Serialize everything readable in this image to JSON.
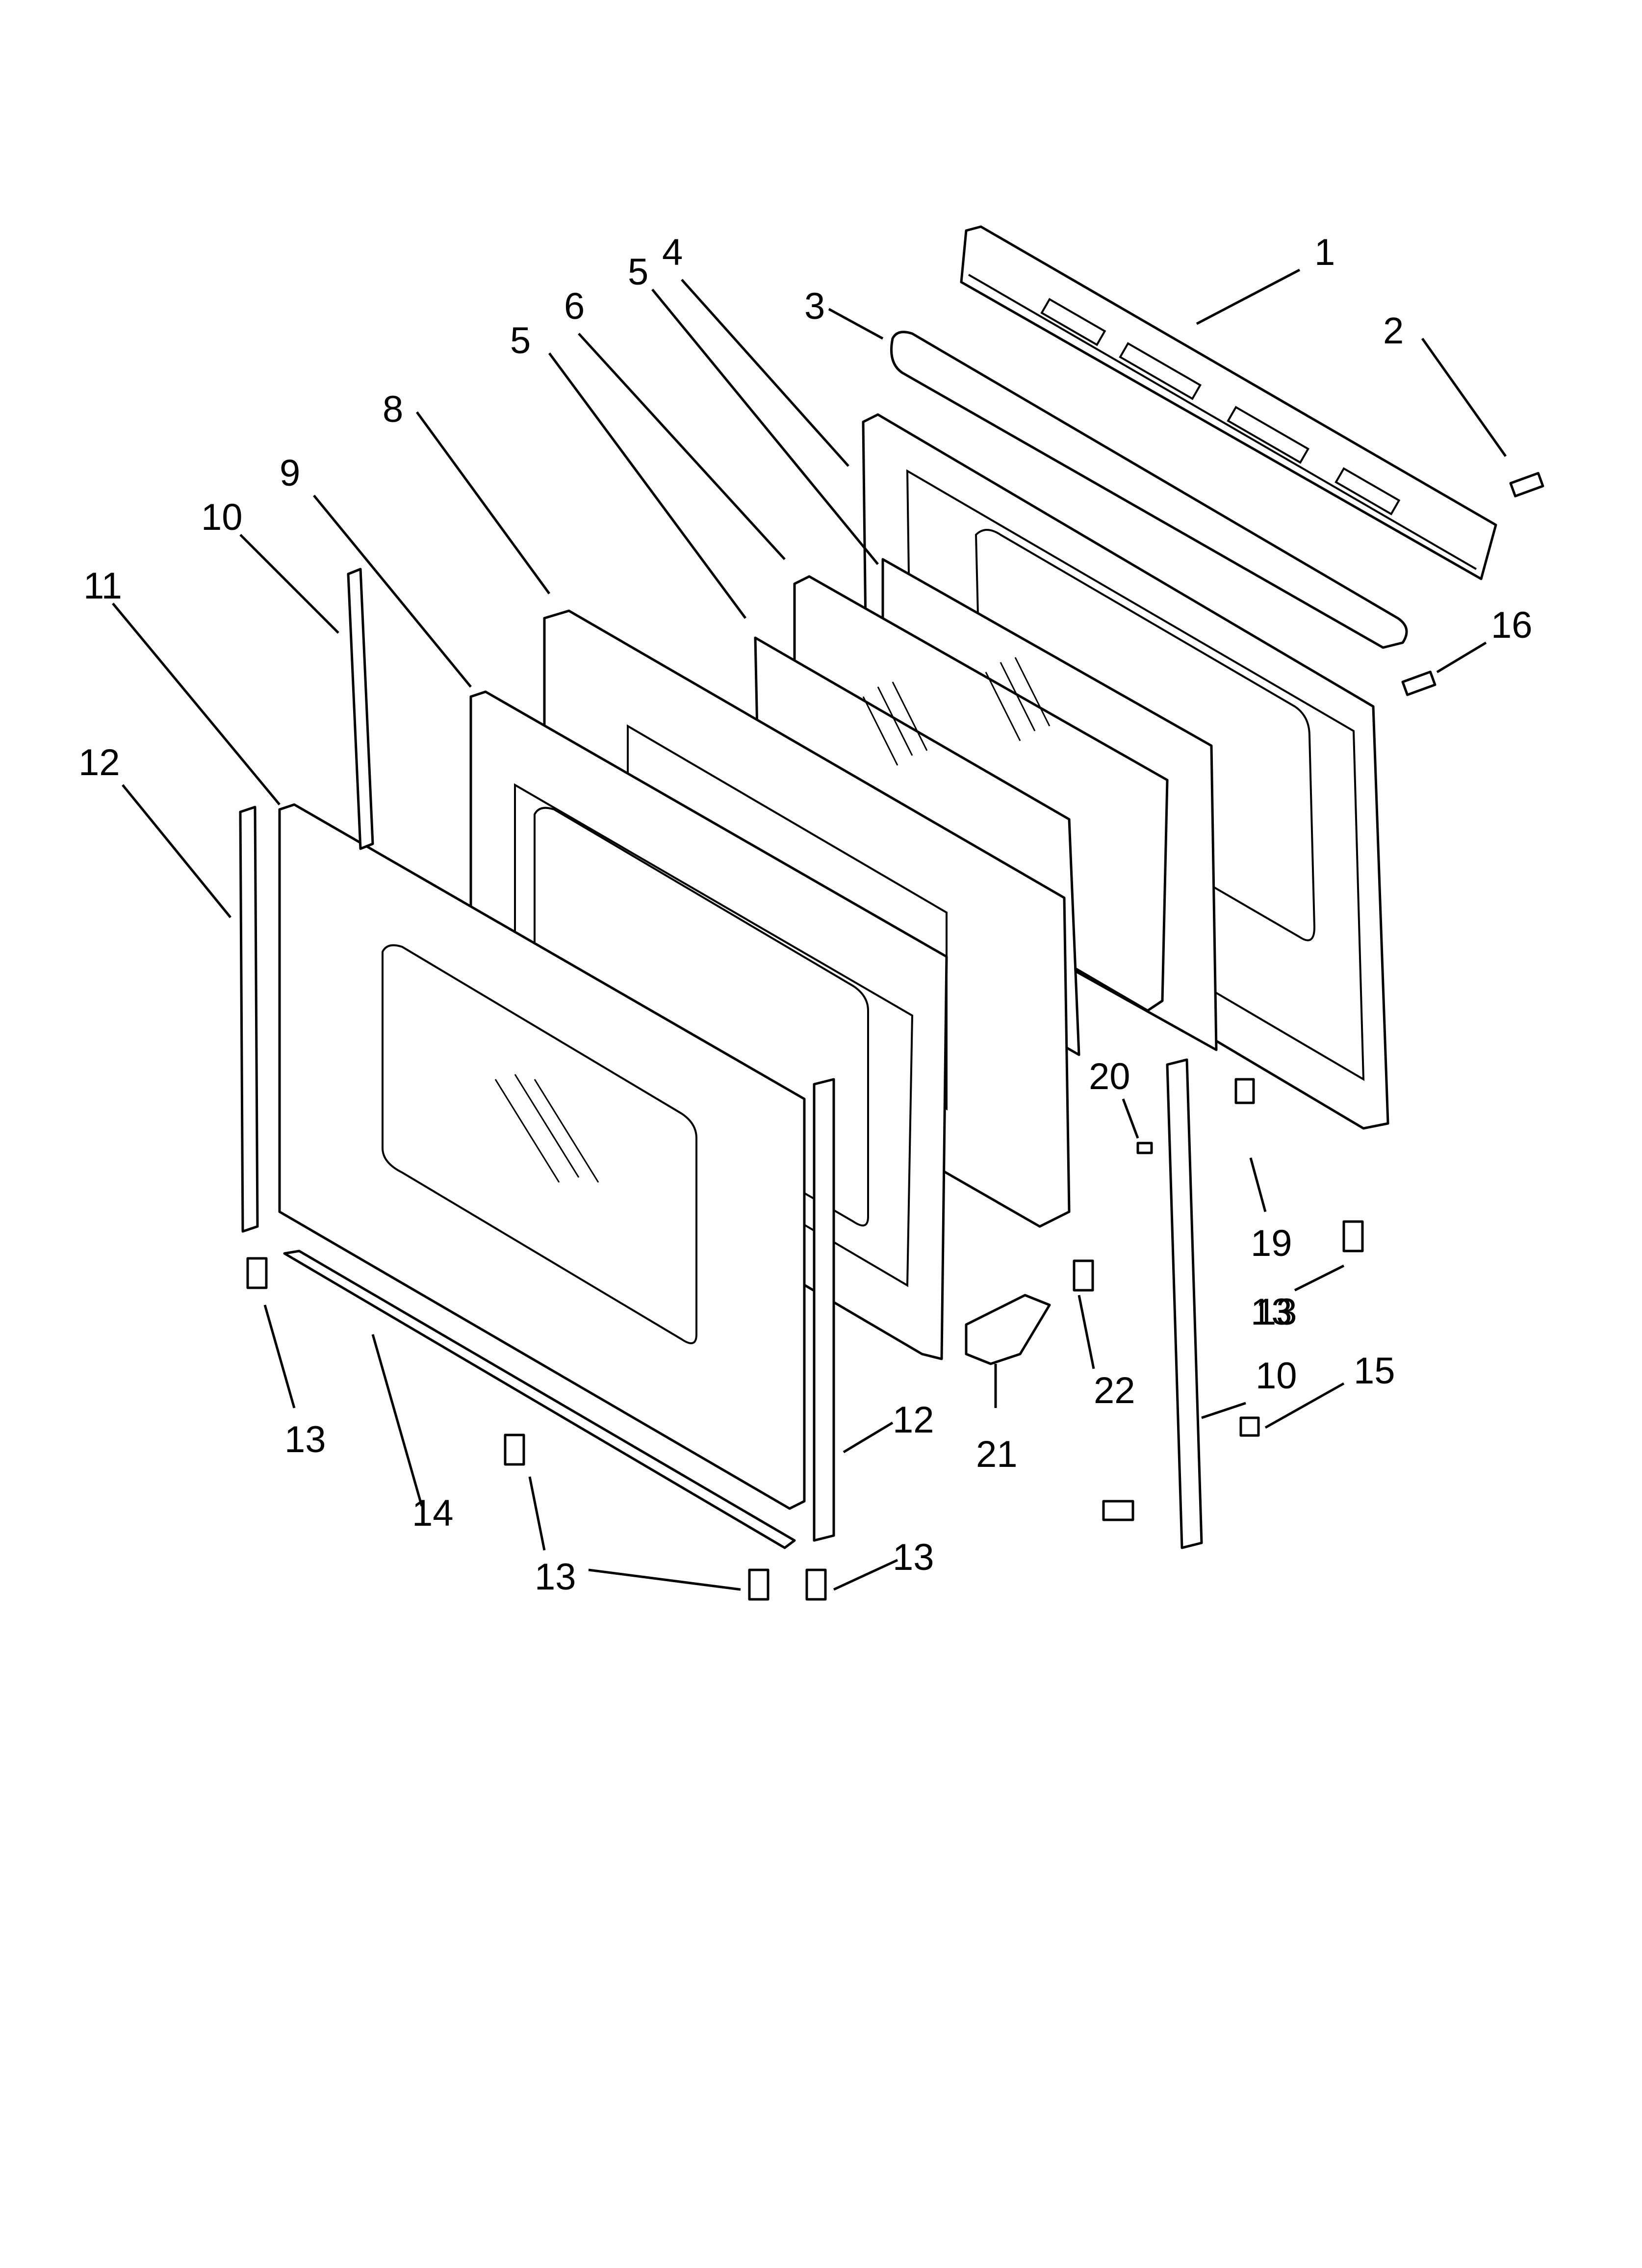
{
  "diagram": {
    "callouts": [
      "1",
      "2",
      "3",
      "4",
      "5",
      "5",
      "6",
      "8",
      "9",
      "10",
      "11",
      "12",
      "13",
      "16",
      "20",
      "19",
      "13",
      "22",
      "21",
      "10",
      "15",
      "12",
      "13",
      "14",
      "13",
      "13"
    ],
    "colors": {
      "line": "#000000",
      "background": "#ffffff",
      "insulation": "#e6e6e6"
    }
  }
}
